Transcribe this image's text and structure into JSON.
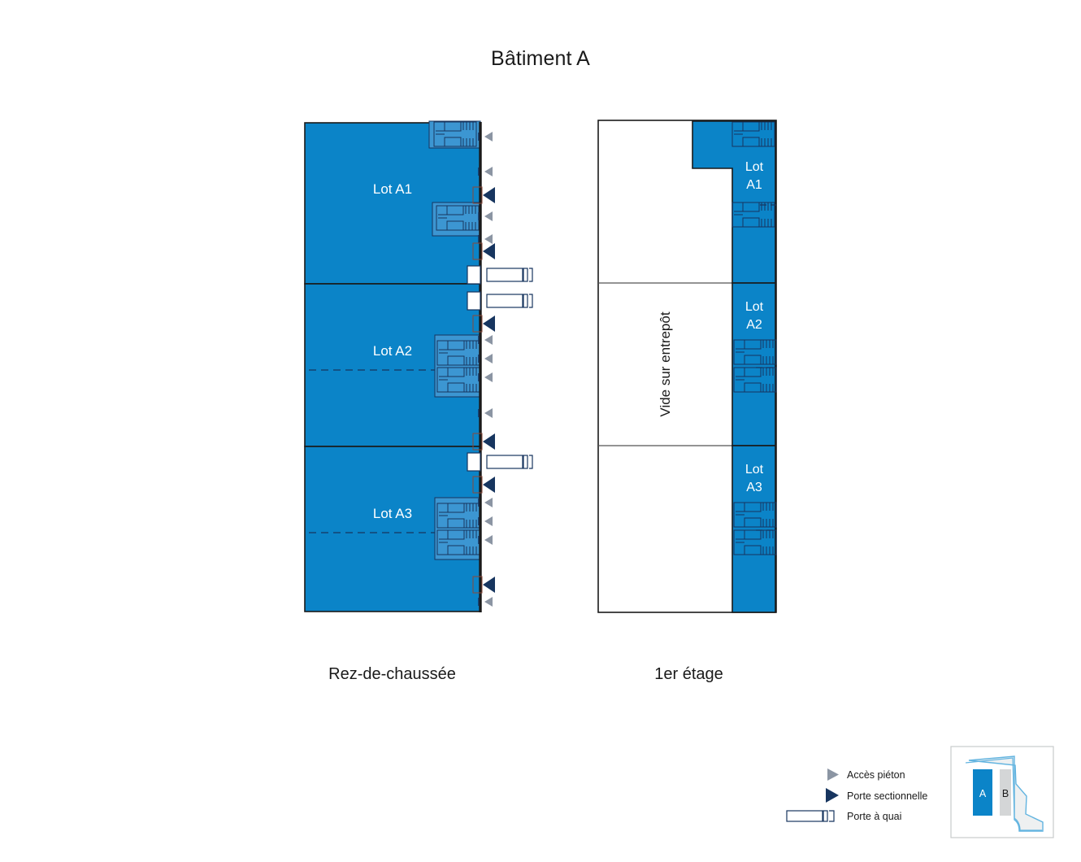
{
  "title": "Bâtiment A",
  "floors": [
    {
      "id": "ground",
      "caption": "Rez-de-chaussée",
      "lots": [
        {
          "id": "a1",
          "label": "Lot A1"
        },
        {
          "id": "a2",
          "label": "Lot A2"
        },
        {
          "id": "a3",
          "label": "Lot A3"
        }
      ]
    },
    {
      "id": "first",
      "caption": "1er étage",
      "void_label": "Vide sur entrepôt",
      "lots": [
        {
          "id": "a1",
          "label_line1": "Lot",
          "label_line2": "A1"
        },
        {
          "id": "a2",
          "label_line1": "Lot",
          "label_line2": "A2"
        },
        {
          "id": "a3",
          "label_line1": "Lot",
          "label_line2": "A3"
        }
      ]
    }
  ],
  "legend": {
    "items": [
      {
        "icon": "pedestrian-access-triangle-icon",
        "label": "Accès piéton"
      },
      {
        "icon": "sectional-door-triangle-icon",
        "label": "Porte sectionnelle"
      },
      {
        "icon": "dock-door-icon",
        "label": "Porte à quai"
      }
    ]
  },
  "minimap": {
    "buildings": [
      {
        "id": "a",
        "label": "A",
        "state": "highlighted"
      },
      {
        "id": "b",
        "label": "B",
        "state": "dimmed"
      }
    ]
  },
  "colors": {
    "lot_fill": "#0b84c8",
    "stair_block_fill": "#3c96d2",
    "outline": "#1a1a1a",
    "sectional_door": "#17355f",
    "pedestrian_access": "#8b95a3",
    "dock_door_fill": "#ffffff",
    "minimap_site_fill": "#eef0f1",
    "minimap_site_stroke": "#62b4e0",
    "minimap_building_b": "#d4d6d7",
    "text_on_lot": "#ffffff"
  }
}
